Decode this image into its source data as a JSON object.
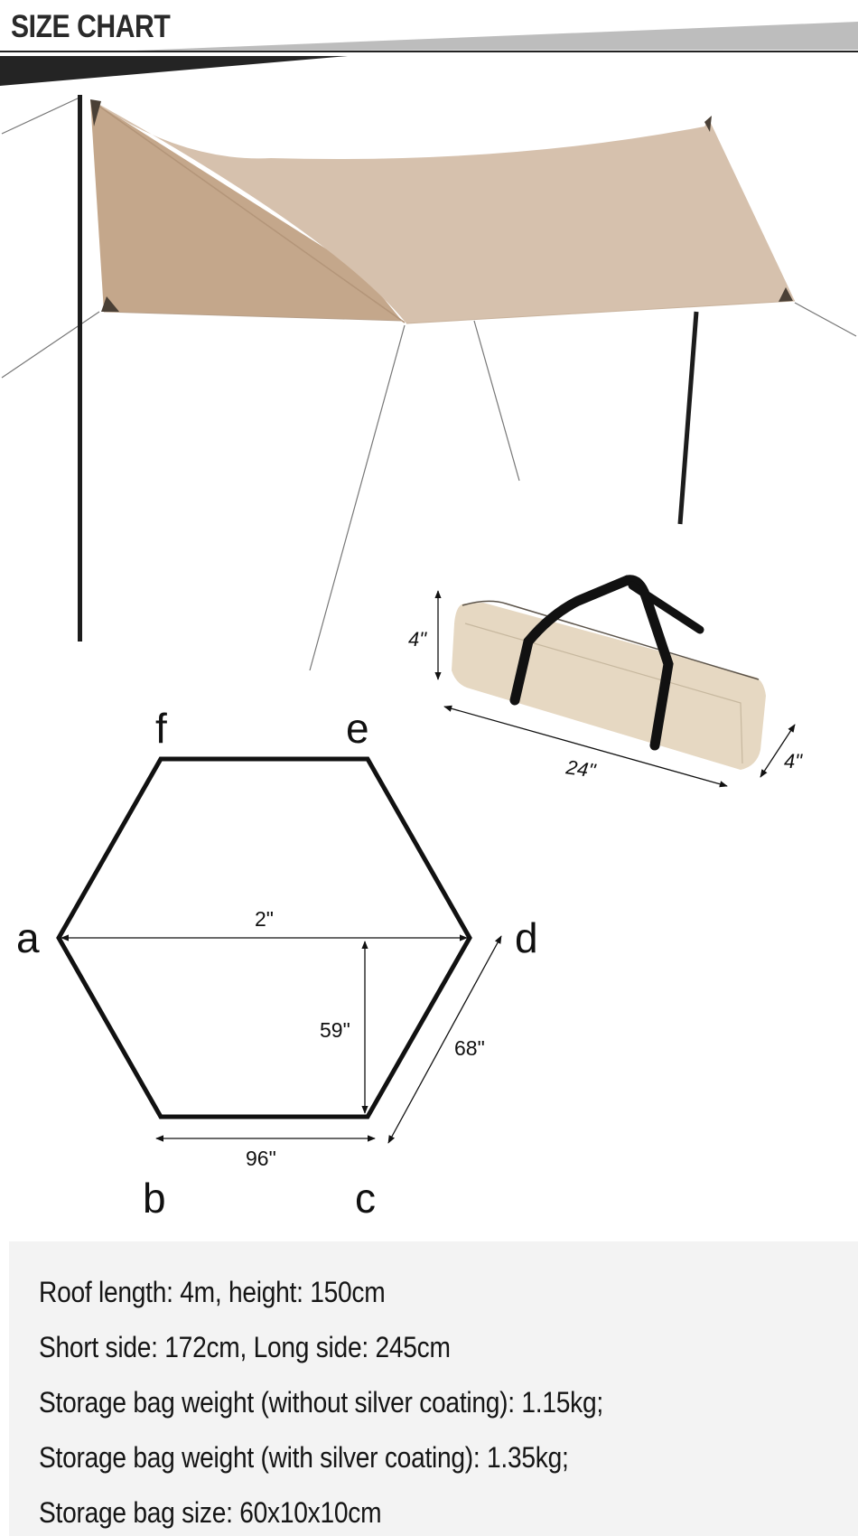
{
  "header": {
    "title": "SIZE CHART"
  },
  "tarp_image": {
    "description": "Beige camping tarp shelter supported by two black poles with guy lines",
    "colors": {
      "tarp_light": "#d6c1ad",
      "tarp_shadow": "#c4a78b",
      "pole": "#1c1c1c"
    }
  },
  "storage_bag": {
    "height_label": "4\"",
    "length_label": "24\"",
    "depth_label": "4\"",
    "colors": {
      "bag": "#e6d8c2",
      "strap": "#111111"
    }
  },
  "hexagon_diagram": {
    "vertices": {
      "a": "a",
      "b": "b",
      "c": "c",
      "d": "d",
      "e": "e",
      "f": "f"
    },
    "diagonal_label": "2\"",
    "height_label": "59\"",
    "bottom_side_label": "96\"",
    "slant_side_label": "68\""
  },
  "specs": {
    "lines": [
      "Roof length: 4m, height: 150cm",
      "Short side: 172cm, Long side: 245cm",
      "Storage bag weight (without silver coating): 1.15kg;",
      "Storage bag weight (with silver coating): 1.35kg;",
      "Storage bag size: 60x10x10cm"
    ]
  }
}
